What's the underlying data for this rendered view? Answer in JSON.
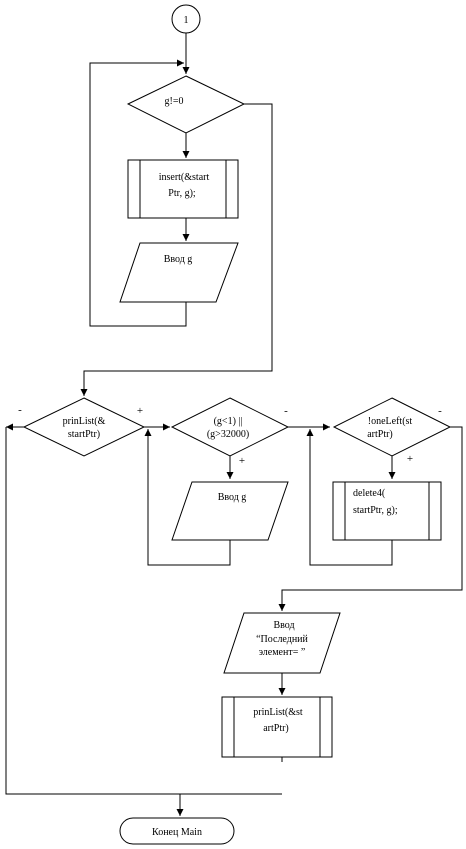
{
  "connector": {
    "label": "1"
  },
  "loop1": {
    "condition": "g!=0",
    "insert": [
      "insert(&start",
      "Ptr, g);"
    ],
    "input": "Ввод g"
  },
  "row": {
    "printlist": {
      "lines": [
        "prinList(&",
        "startPtr)"
      ],
      "minus": "-",
      "plus": "+"
    },
    "range": {
      "lines": [
        "(g<1) ||",
        "(g>32000)"
      ],
      "minus": "-",
      "plus": "+"
    },
    "input": "Ввод g",
    "oneleft": {
      "lines": [
        "!oneLeft(st",
        "artPtr)"
      ],
      "minus": "-",
      "plus": "+"
    },
    "delete": [
      "delete4(",
      "startPtr,  g);"
    ]
  },
  "final": {
    "input": [
      "Ввод",
      "“Последний",
      "элемент= ”"
    ],
    "printlist": [
      "prinList(&st",
      "artPtr)"
    ],
    "end": "Конец Main"
  }
}
